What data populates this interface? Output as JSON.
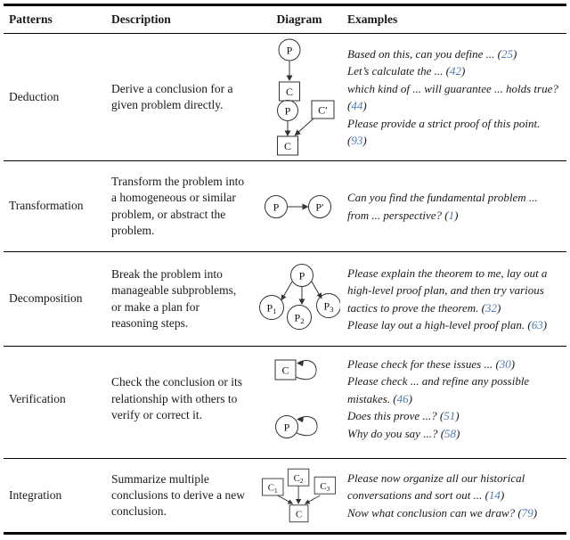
{
  "table": {
    "header": {
      "patterns": "Patterns",
      "description": "Description",
      "diagram": "Diagram",
      "examples": "Examples"
    },
    "rows": [
      {
        "pattern": "Deduction",
        "description": "Derive a conclusion for a given problem directly.",
        "examples": [
          {
            "text": "Based on this, can you define ...",
            "cite": "25"
          },
          {
            "text": "Let’s calculate the ...",
            "cite": "42"
          },
          {
            "text": "which kind of ... will guarantee ... holds true?",
            "cite": "44"
          },
          {
            "text": "Please provide a strict proof of this point.",
            "cite": "93"
          }
        ]
      },
      {
        "pattern": "Transformation",
        "description": "Transform the problem into a homogeneous or similar problem, or abstract the problem.",
        "examples": [
          {
            "text": "Can you find the fundamental problem ... from ... perspective?",
            "cite": "1"
          }
        ]
      },
      {
        "pattern": "Decomposition",
        "description": "Break the problem into manageable subproblems, or make a plan for reasoning steps.",
        "examples": [
          {
            "text": "Please explain the theorem to me, lay out a high-level proof plan, and then try various tactics to prove the theorem.",
            "cite": "32"
          },
          {
            "text": "Please lay out a high-level proof plan.",
            "cite": "63"
          }
        ]
      },
      {
        "pattern": "Verification",
        "description": "Check the conclusion or its relationship with others to verify or correct it.",
        "examples": [
          {
            "text": "Please check for these issues ...",
            "cite": "30"
          },
          {
            "text": "Please check ... and refine any possible mistakes.",
            "cite": "46"
          },
          {
            "text": "Does this prove ...?",
            "cite": "51"
          },
          {
            "text": "Why do you say ...?",
            "cite": "58"
          }
        ]
      },
      {
        "pattern": "Integration",
        "description": "Summarize multiple conclusions to derive a new conclusion.",
        "examples": [
          {
            "text": "Please now organize all our historical conversations and sort out ...",
            "cite": "14"
          },
          {
            "text": "Now what conclusion can we draw?",
            "cite": "79"
          }
        ]
      }
    ]
  },
  "diagrams": {
    "deduction": {
      "p_top": "P",
      "c_top": "C",
      "p_bottom": "P",
      "c_prime": "C′",
      "c_bottom": "C"
    },
    "transformation": {
      "p": "P",
      "p_prime": "P′"
    },
    "decomposition": {
      "p": "P",
      "p1": "P",
      "p1_sub": "1",
      "p2": "P",
      "p2_sub": "2",
      "p3": "P",
      "p3_sub": "3"
    },
    "verification": {
      "c": "C",
      "p": "P"
    },
    "integration": {
      "c1": "C",
      "c1_sub": "1",
      "c2": "C",
      "c2_sub": "2",
      "c3": "C",
      "c3_sub": "3",
      "c": "C"
    }
  },
  "colors": {
    "citation_blue": "#4a7ab5",
    "text": "#1a1a1a",
    "rule": "#000000"
  }
}
